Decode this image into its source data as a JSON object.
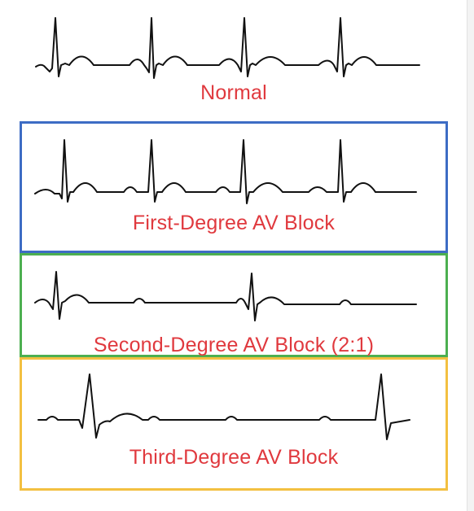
{
  "colors": {
    "label": "#e0393e",
    "trace": "#111111",
    "first_degree_border": "#3d6cc4",
    "second_degree_border": "#4caf50",
    "third_degree_border": "#f3c041"
  },
  "rhythms": [
    {
      "id": "normal",
      "label": "Normal"
    },
    {
      "id": "first",
      "label": "First-Degree AV Block"
    },
    {
      "id": "second",
      "label": "Second-Degree AV Block (2:1)"
    },
    {
      "id": "third",
      "label": "Third-Degree AV Block"
    }
  ]
}
